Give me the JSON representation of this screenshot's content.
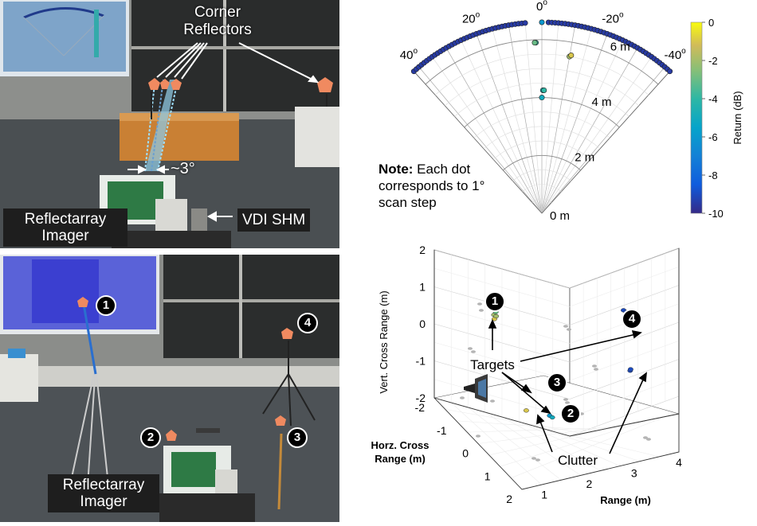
{
  "photos": {
    "top": {
      "label_corner": "Corner\nReflectors",
      "label_angle": "~3°",
      "label_imager": "Reflectarray\nImager",
      "label_shm": "VDI SHM"
    },
    "bottom": {
      "label_imager": "Reflectarray\nImager",
      "markers": [
        "1",
        "2",
        "3",
        "4"
      ]
    }
  },
  "chart_data": [
    {
      "type": "polar_scatter",
      "note_bold": "Note:",
      "note_text": " Each dot corresponds to 1° scan step",
      "angle_ticks": [
        {
          "deg": 40,
          "label": "40"
        },
        {
          "deg": 20,
          "label": "20"
        },
        {
          "deg": 0,
          "label": "0"
        },
        {
          "deg": -20,
          "label": "-20"
        },
        {
          "deg": -40,
          "label": "-40"
        }
      ],
      "degree_symbol": "o",
      "range_ticks": [
        {
          "r": 0,
          "label": "0 m"
        },
        {
          "r": 2,
          "label": "2 m"
        },
        {
          "r": 4,
          "label": "4 m"
        },
        {
          "r": 6,
          "label": "6 m"
        }
      ],
      "rmax": 6.6,
      "colorbar": {
        "label": "Return (dB)",
        "min": -10,
        "max": 0,
        "ticks": [
          "0",
          "-2",
          "-4",
          "-6",
          "-8",
          "-10"
        ]
      },
      "arc_points": {
        "r": 6.6,
        "from_deg": 42,
        "to_deg": -42,
        "step_deg": 1,
        "db": -9.5,
        "gap_from_deg": 5,
        "gap_to_deg": -2
      },
      "points": [
        {
          "deg": 0,
          "r": 6.6,
          "db": -6
        },
        {
          "deg": 2,
          "r": 5.9,
          "db": -4
        },
        {
          "deg": 2.4,
          "r": 5.9,
          "db": -3
        },
        {
          "deg": -10,
          "r": 5.5,
          "db": -2
        },
        {
          "deg": -10.5,
          "r": 5.55,
          "db": -1
        },
        {
          "deg": -0.5,
          "r": 4.25,
          "db": -5
        },
        {
          "deg": -1,
          "r": 4.25,
          "db": -4
        },
        {
          "deg": 0,
          "r": 4.0,
          "db": -5
        }
      ]
    },
    {
      "type": "scatter3d",
      "xlabel": "Horz. Cross\nRange (m)",
      "ylabel": "Range (m)",
      "zlabel": "Vert. Cross Range (m)",
      "x_ticks": [
        "-2",
        "-1",
        "0",
        "1",
        "2"
      ],
      "y_ticks": [
        "1",
        "2",
        "3",
        "4"
      ],
      "z_ticks": [
        "2",
        "1",
        "0",
        "-1",
        "-2"
      ],
      "xlim": [
        -2,
        2
      ],
      "ylim": [
        0.5,
        4
      ],
      "zlim": [
        -2,
        2
      ],
      "annotations": {
        "targets": "Targets",
        "clutter": "Clutter",
        "markers": [
          "1",
          "2",
          "3",
          "4"
        ]
      },
      "points": [
        {
          "x": -0.3,
          "y": 1.0,
          "z": 1.15,
          "db": -2
        },
        {
          "x": -0.28,
          "y": 1.0,
          "z": 1.05,
          "db": -1
        },
        {
          "x": -0.32,
          "y": 1.05,
          "z": 1.2,
          "db": -3
        },
        {
          "x": -0.3,
          "y": 1.05,
          "z": 1.1,
          "db": -2
        },
        {
          "x": 0.7,
          "y": 3.4,
          "z": 1.2,
          "db": -9
        },
        {
          "x": 0.72,
          "y": 3.45,
          "z": 1.15,
          "db": -9
        },
        {
          "x": 0.4,
          "y": 2.0,
          "z": -0.7,
          "db": -1
        },
        {
          "x": 0.15,
          "y": 1.5,
          "z": -1.3,
          "db": -1
        },
        {
          "x": 0.4,
          "y": 1.9,
          "z": -1.4,
          "db": -6
        },
        {
          "x": 0.42,
          "y": 1.95,
          "z": -1.45,
          "db": -5
        },
        {
          "x": 0.8,
          "y": 3.5,
          "z": -0.4,
          "db": -9
        },
        {
          "x": 0.82,
          "y": 3.5,
          "z": -0.35,
          "db": -9
        }
      ]
    }
  ]
}
